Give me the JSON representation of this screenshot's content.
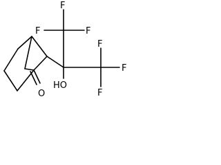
{
  "molecule": {
    "atoms": [
      {
        "id": "F1",
        "label": "F"
      },
      {
        "id": "F2",
        "label": "F"
      },
      {
        "id": "F3",
        "label": "F"
      },
      {
        "id": "F4",
        "label": "F"
      },
      {
        "id": "F5",
        "label": "F"
      },
      {
        "id": "F6",
        "label": "F"
      },
      {
        "id": "OH",
        "label": "HO"
      },
      {
        "id": "O",
        "label": "O"
      }
    ]
  }
}
